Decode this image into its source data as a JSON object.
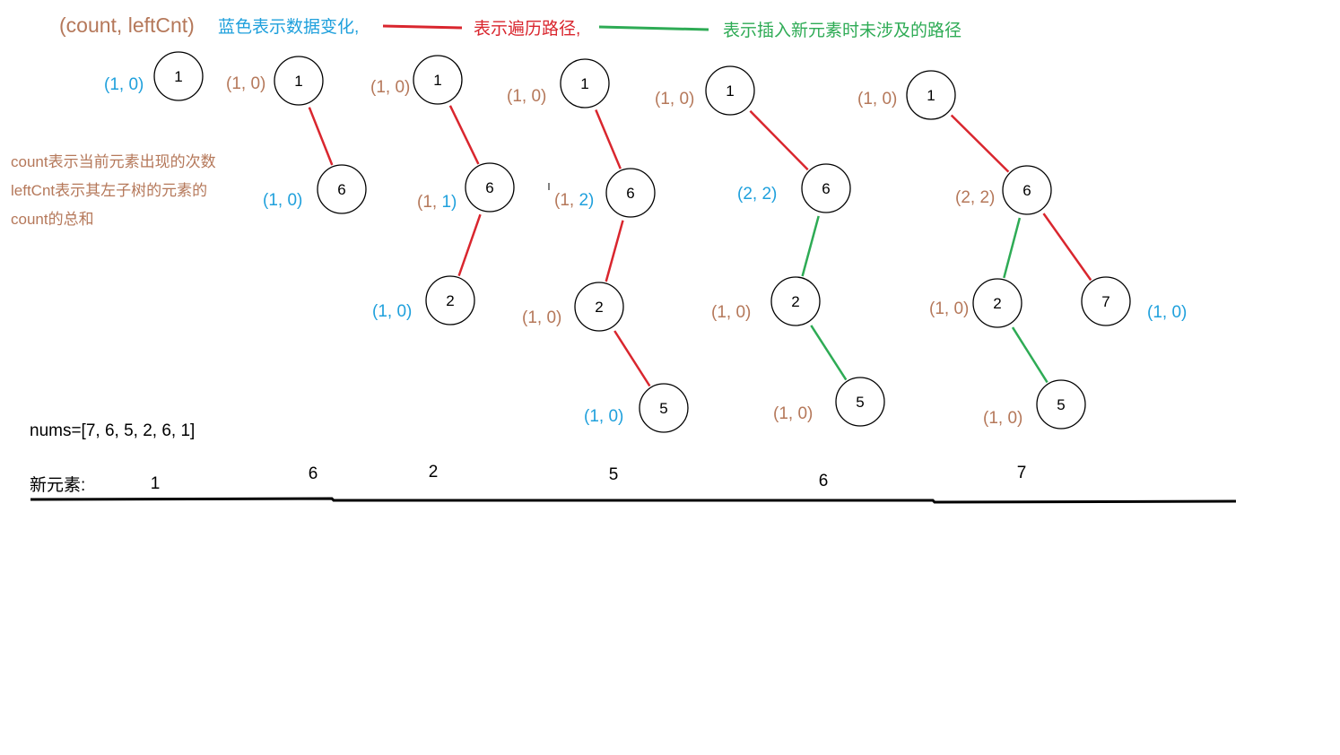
{
  "colors": {
    "brown": "#B5785A",
    "blue": "#1FA0DC",
    "red": "#D9262E",
    "green": "#2EAB55",
    "black": "#000000"
  },
  "legend": {
    "pair_label": "(count, leftCnt)",
    "blue_text": "蓝色表示数据变化,",
    "red_text": "表示遍历路径,",
    "green_text": "表示插入新元素时未涉及的路径"
  },
  "notes": {
    "line1": "count表示当前元素出现的次数",
    "line2": "leftCnt表示其左子树的元素的",
    "line3": "count的总和"
  },
  "nums_label": "nums=[7, 6, 5, 2, 6, 1]",
  "new_element_label": "新元素:",
  "new_elements": [
    "1",
    "6",
    "2",
    "5",
    "6",
    "7"
  ],
  "nodes": [
    {
      "id": "s1-n1",
      "value": "1",
      "pair": "(1, 0)",
      "pair_color": "blue"
    },
    {
      "id": "s2-n1",
      "value": "1",
      "pair": "(1, 0)",
      "pair_color": "brown"
    },
    {
      "id": "s2-n6",
      "value": "6",
      "pair": "(1, 0)",
      "pair_color": "blue"
    },
    {
      "id": "s3-n1",
      "value": "1",
      "pair": "(1, 0)",
      "pair_color": "brown"
    },
    {
      "id": "s3-n6",
      "value": "6",
      "pair": "(1, 1)",
      "pair_color": "brown",
      "changed_color": "blue",
      "changed_from": 4
    },
    {
      "id": "s3-n2",
      "value": "2",
      "pair": "(1, 0)",
      "pair_color": "blue"
    },
    {
      "id": "s4-n1",
      "value": "1",
      "pair": "(1, 0)",
      "pair_color": "brown"
    },
    {
      "id": "s4-n6",
      "value": "6",
      "pair": "(1, 2)",
      "pair_color": "brown",
      "changed_color": "blue",
      "changed_from": 4
    },
    {
      "id": "s4-n2",
      "value": "2",
      "pair": "(1, 0)",
      "pair_color": "brown"
    },
    {
      "id": "s4-n5",
      "value": "5",
      "pair": "(1, 0)",
      "pair_color": "blue"
    },
    {
      "id": "s5-n1",
      "value": "1",
      "pair": "(1, 0)",
      "pair_color": "brown"
    },
    {
      "id": "s5-n6",
      "value": "6",
      "pair": "(2, 2)",
      "pair_color": "blue"
    },
    {
      "id": "s5-n2",
      "value": "2",
      "pair": "(1, 0)",
      "pair_color": "brown"
    },
    {
      "id": "s5-n5",
      "value": "5",
      "pair": "(1, 0)",
      "pair_color": "brown"
    },
    {
      "id": "s6-n1",
      "value": "1",
      "pair": "(1, 0)",
      "pair_color": "brown"
    },
    {
      "id": "s6-n6",
      "value": "6",
      "pair": "(2, 2)",
      "pair_color": "brown"
    },
    {
      "id": "s6-n2",
      "value": "2",
      "pair": "(1, 0)",
      "pair_color": "brown"
    },
    {
      "id": "s6-n7",
      "value": "7",
      "pair": "(1, 0)",
      "pair_color": "blue"
    },
    {
      "id": "s6-n5",
      "value": "5",
      "pair": "(1, 0)",
      "pair_color": "brown"
    }
  ],
  "edges": [
    {
      "from": "s2-n1",
      "to": "s2-n6",
      "color": "red"
    },
    {
      "from": "s3-n1",
      "to": "s3-n6",
      "color": "red"
    },
    {
      "from": "s3-n6",
      "to": "s3-n2",
      "color": "red"
    },
    {
      "from": "s4-n1",
      "to": "s4-n6",
      "color": "red"
    },
    {
      "from": "s4-n6",
      "to": "s4-n2",
      "color": "red"
    },
    {
      "from": "s4-n2",
      "to": "s4-n5",
      "color": "red"
    },
    {
      "from": "s5-n1",
      "to": "s5-n6",
      "color": "red"
    },
    {
      "from": "s5-n6",
      "to": "s5-n2",
      "color": "green"
    },
    {
      "from": "s5-n2",
      "to": "s5-n5",
      "color": "green"
    },
    {
      "from": "s6-n1",
      "to": "s6-n6",
      "color": "red"
    },
    {
      "from": "s6-n6",
      "to": "s6-n2",
      "color": "green"
    },
    {
      "from": "s6-n6",
      "to": "s6-n7",
      "color": "red"
    },
    {
      "from": "s6-n2",
      "to": "s6-n5",
      "color": "green"
    }
  ]
}
